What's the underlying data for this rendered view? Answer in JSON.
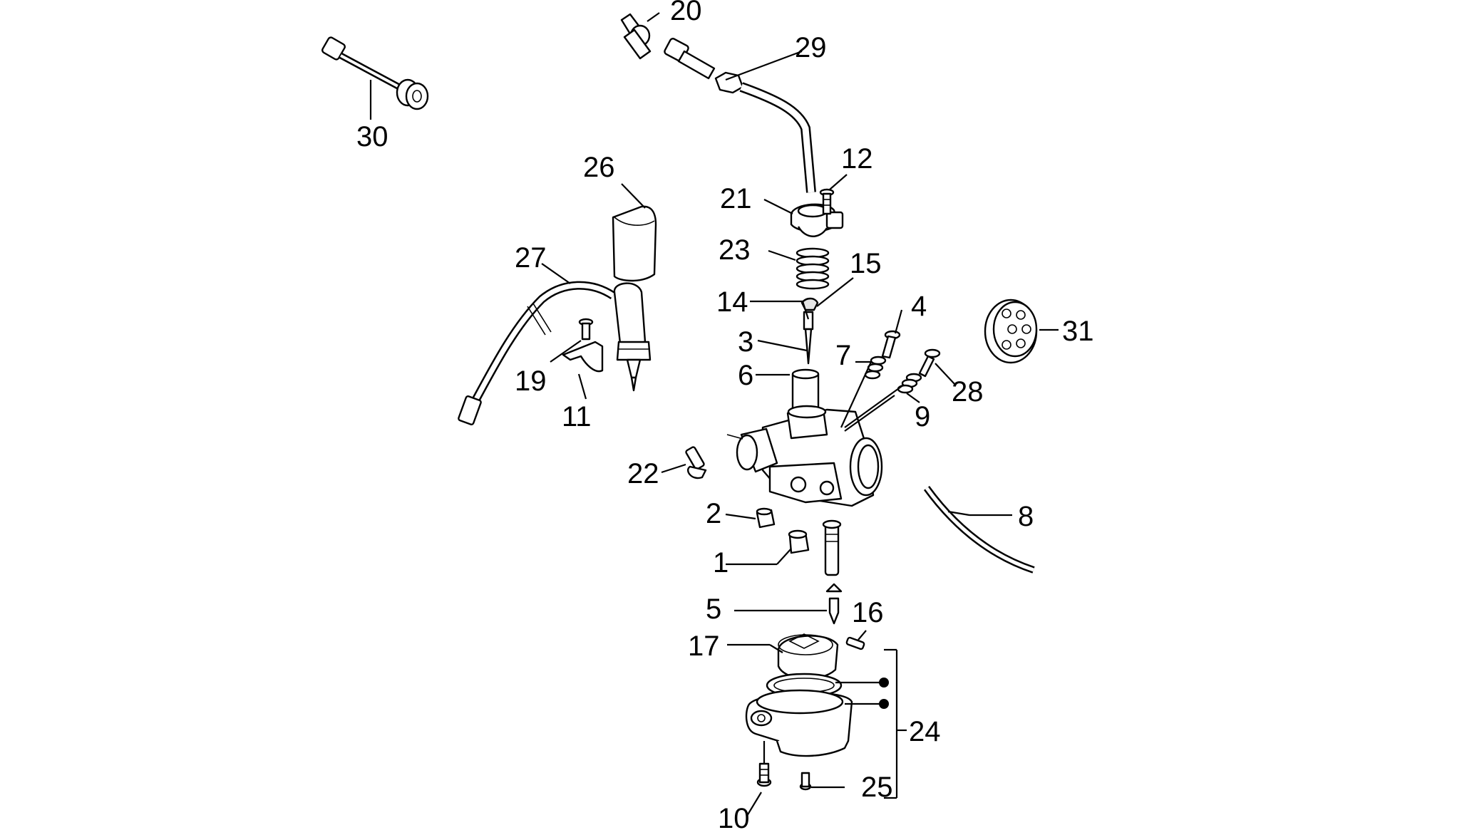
{
  "labels": {
    "l1": "1",
    "l2": "2",
    "l3": "3",
    "l4": "4",
    "l5": "5",
    "l6": "6",
    "l7": "7",
    "l8": "8",
    "l9": "9",
    "l10": "10",
    "l11": "11",
    "l12": "12",
    "l14": "14",
    "l15": "15",
    "l16": "16",
    "l17": "17",
    "l19": "19",
    "l20": "20",
    "l21": "21",
    "l22": "22",
    "l23": "23",
    "l24": "24",
    "l25": "25",
    "l26": "26",
    "l27": "27",
    "l28": "28",
    "l29": "29",
    "l30": "30",
    "l31": "31"
  }
}
